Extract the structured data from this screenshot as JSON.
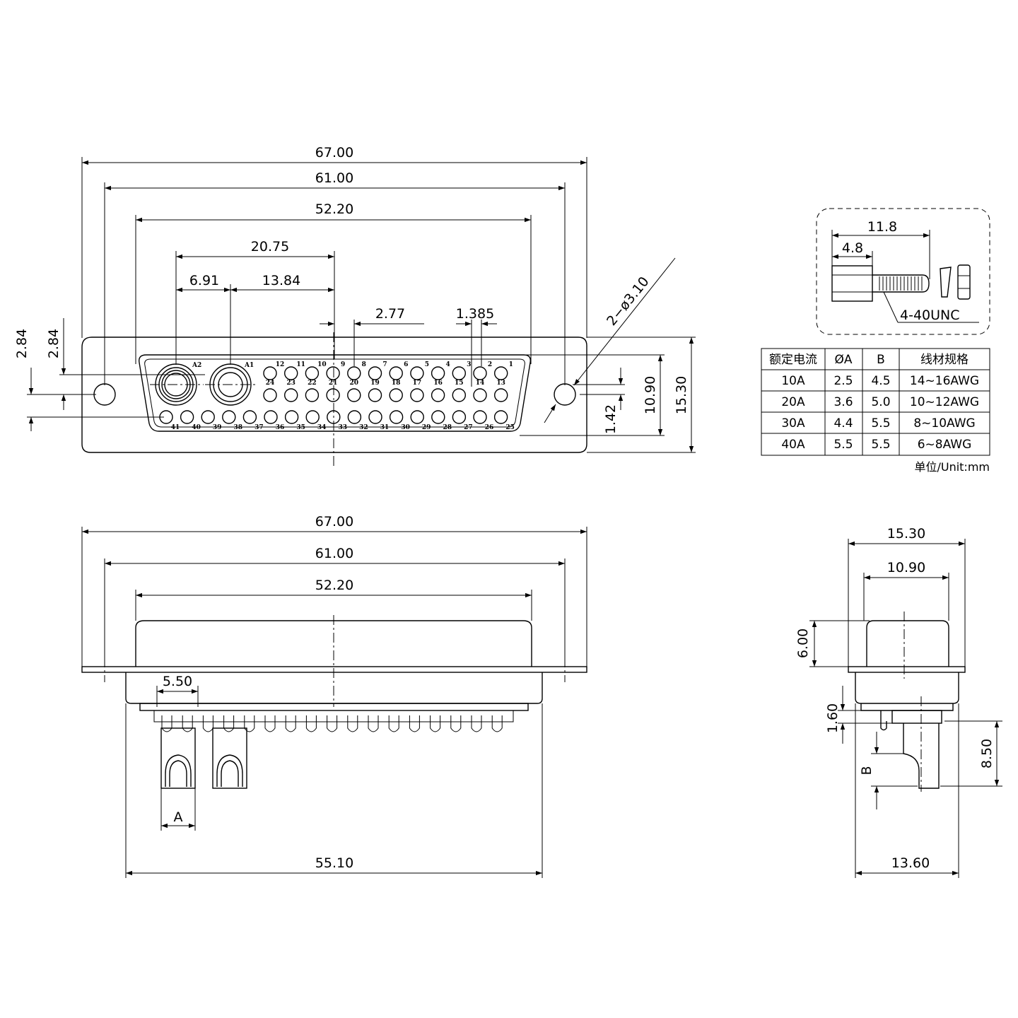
{
  "front_view": {
    "dims": {
      "overall_width": "67.00",
      "hole_spacing": "61.00",
      "shell_width": "52.20",
      "a2_to_center": "20.75",
      "a2_to_a1": "6.91",
      "a1_to_center": "13.84",
      "pin_pitch": "2.77",
      "half_pitch": "1.385",
      "hole_dia": "2−ø3.10",
      "left_offset_1": "2.84",
      "left_offset_2": "2.84",
      "row_offset": "1.42",
      "shell_height": "10.90",
      "overall_height": "15.30"
    },
    "power_contacts": [
      "A2",
      "A1"
    ],
    "row1": [
      "12",
      "11",
      "10",
      "9",
      "8",
      "7",
      "6",
      "5",
      "4",
      "3",
      "2",
      "1"
    ],
    "row2": [
      "24",
      "23",
      "22",
      "21",
      "20",
      "19",
      "18",
      "17",
      "16",
      "15",
      "14",
      "13"
    ],
    "row3": [
      "41",
      "40",
      "39",
      "38",
      "37",
      "36",
      "35",
      "34",
      "33",
      "32",
      "31",
      "30",
      "29",
      "28",
      "27",
      "26",
      "25"
    ]
  },
  "side_view": {
    "dims": {
      "overall_width": "67.00",
      "hole_spacing": "61.00",
      "shell_width": "52.20",
      "contact_pitch": "5.50",
      "contact_dia": "A",
      "rear_width": "55.10"
    }
  },
  "end_view": {
    "dims": {
      "overall_height": "15.30",
      "shell_height": "10.90",
      "shell_depth": "6.00",
      "flange": "1.60",
      "tail_length": "8.50",
      "crimp": "B",
      "rear_depth": "13.60"
    }
  },
  "screw_detail": {
    "length": "11.8",
    "head": "4.8",
    "thread": "4-40UNC"
  },
  "spec_table": {
    "headers": [
      "额定电流",
      "ØA",
      "B",
      "线材规格"
    ],
    "rows": [
      [
        "10A",
        "2.5",
        "4.5",
        "14~16AWG"
      ],
      [
        "20A",
        "3.6",
        "5.0",
        "10~12AWG"
      ],
      [
        "30A",
        "4.4",
        "5.5",
        "8~10AWG"
      ],
      [
        "40A",
        "5.5",
        "5.5",
        "6~8AWG"
      ]
    ],
    "unit_note": "单位/Unit:mm"
  }
}
